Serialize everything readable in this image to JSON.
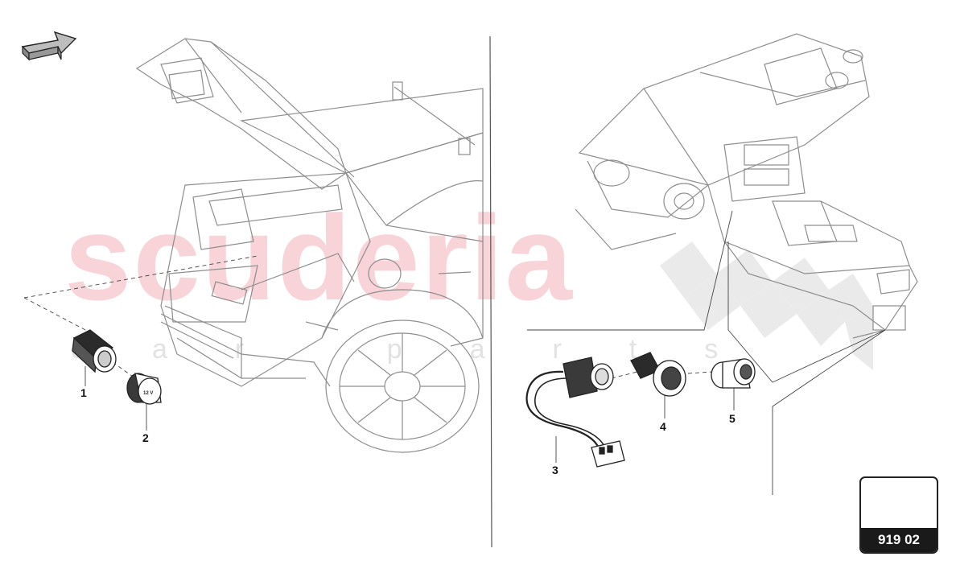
{
  "watermark": {
    "main": "scuderia",
    "sub": "car parts"
  },
  "page_number": "919 02",
  "callouts": {
    "part_1": "1",
    "part_2": "2",
    "part_3": "3",
    "part_4": "4",
    "part_5": "5"
  },
  "socket_label": "12 V",
  "colors": {
    "line": "#333333",
    "light_line": "#9a9a9a",
    "watermark": "#f6c5cb",
    "badge_bg": "#1a1a1a"
  }
}
